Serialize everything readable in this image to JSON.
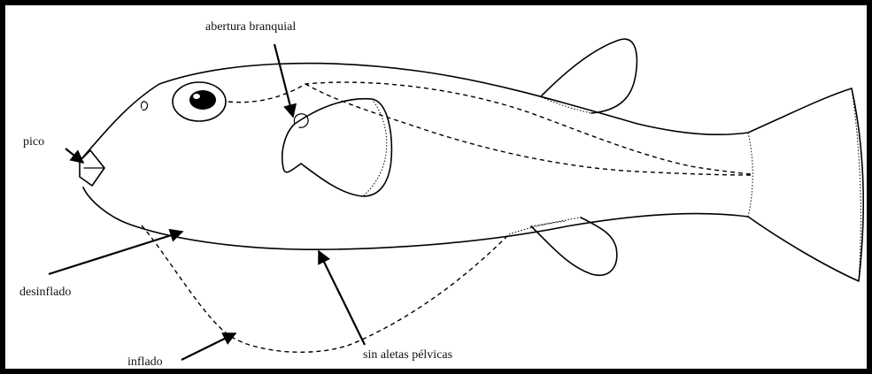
{
  "labels": {
    "abertura": "abertura branquial",
    "pico": "pico",
    "desinflado": "desinflado",
    "inflado": "inflado",
    "sin_aletas": "sin aletas pélvicas"
  },
  "colors": {
    "ink": "#000000",
    "background": "#ffffff",
    "frame": "#000000"
  }
}
